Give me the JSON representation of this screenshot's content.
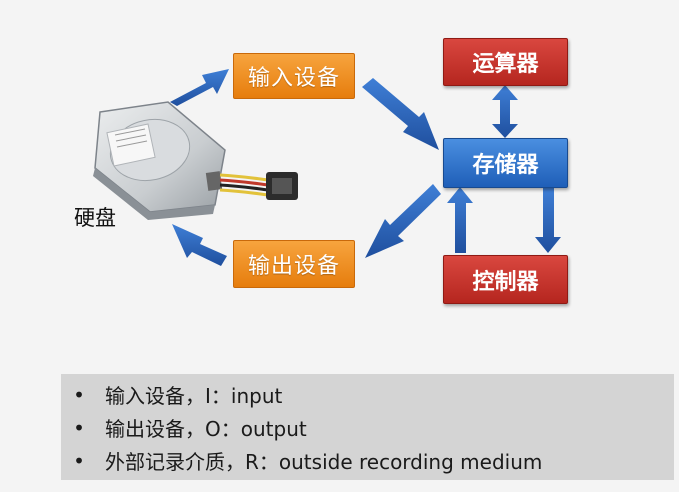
{
  "nodes": {
    "input": "输入设备",
    "output": "输出设备",
    "alu": "运算器",
    "memory": "存储器",
    "controller": "控制器",
    "disk": "硬盘"
  },
  "notes": [
    "输入设备，I：input",
    "输出设备，O：output",
    "外部记录介质，R：outside recording medium"
  ],
  "colors": {
    "orange_box": "#f08c1e",
    "red_box": "#c4312a",
    "blue_box": "#2f73cf",
    "arrow_blue": "#2e64b8",
    "notes_background": "#d4d4d4"
  },
  "icons": [
    "hard-disk-image",
    "bullet-dot"
  ]
}
